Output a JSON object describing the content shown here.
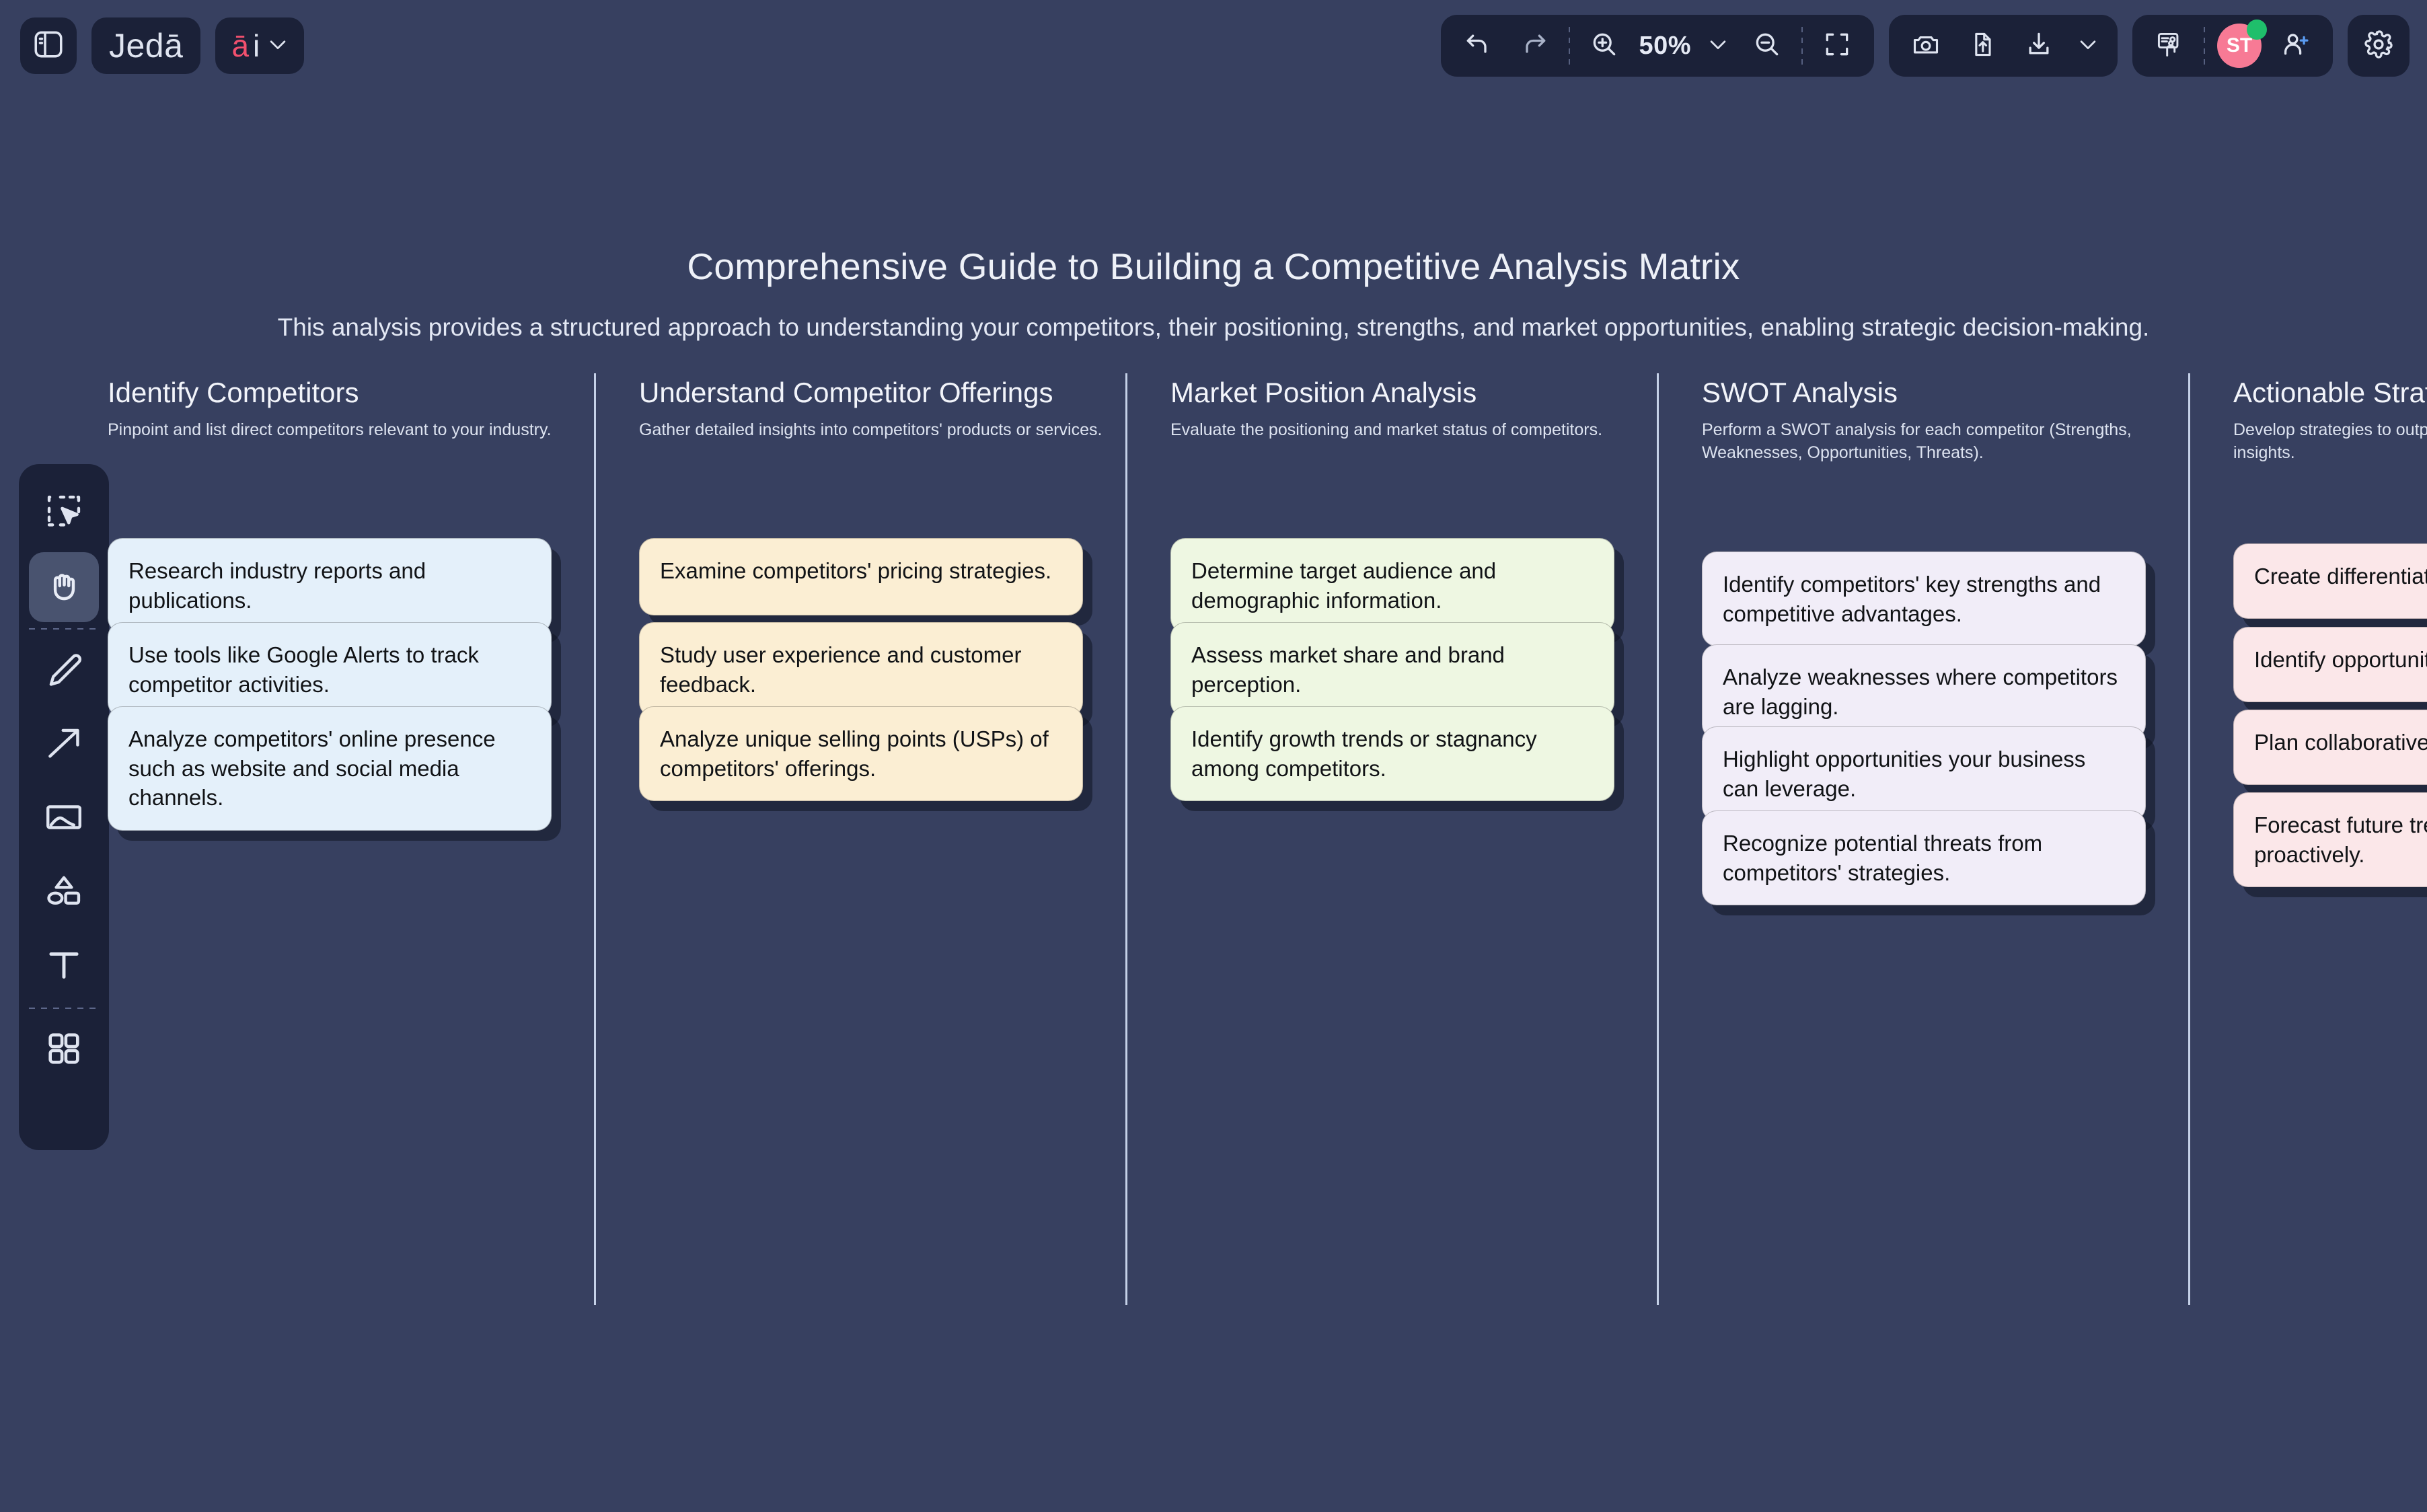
{
  "app": {
    "brand_name": "Jedā",
    "brand_prefix": "Jed",
    "brand_accent": "ā",
    "ai_menu_a": "ā",
    "ai_menu_i": "i",
    "accent_color": "#f2506e",
    "canvas_bg": "#374060",
    "panel_bg": "#1b2138"
  },
  "topbar": {
    "sidebar_toggle": "panel-left-icon",
    "undo_label": "undo-icon",
    "redo_label": "redo-icon",
    "zoom_in_label": "zoom-in-icon",
    "zoom_level": "50%",
    "zoom_out_label": "zoom-out-icon",
    "fit_screen_label": "fit-to-screen-icon",
    "screenshot_label": "camera-icon",
    "upload_label": "upload-file-icon",
    "download_label": "download-icon",
    "present_label": "present-icon",
    "avatar_initials": "ST",
    "avatar_status": "online",
    "add_user_label": "add-user-icon",
    "settings_label": "gear-icon"
  },
  "left_toolbar": {
    "tools": [
      {
        "name": "select-tool",
        "icon": "select-cursor-icon",
        "active": false
      },
      {
        "name": "hand-tool",
        "icon": "hand-icon",
        "active": true
      },
      {
        "name": "pen-tool",
        "icon": "pen-icon",
        "active": false
      },
      {
        "name": "arrow-tool",
        "icon": "arrow-icon",
        "active": false
      },
      {
        "name": "image-tool",
        "icon": "image-icon",
        "active": false
      },
      {
        "name": "shapes-tool",
        "icon": "shapes-icon",
        "active": false
      },
      {
        "name": "text-tool",
        "icon": "text-t-icon",
        "active": false
      },
      {
        "name": "apps-tool",
        "icon": "grid-apps-icon",
        "active": false
      }
    ]
  },
  "board": {
    "title": "Comprehensive Guide to Building a Competitive Analysis Matrix",
    "subtitle": "This analysis provides a structured approach to understanding your competitors, their positioning, strengths, and market opportunities, enabling strategic decision-making.",
    "columns": [
      {
        "title": "Identify Competitors",
        "description": "Pinpoint and list direct competitors relevant to your industry.",
        "card_color": "#e4f0fa",
        "cards": [
          "Research industry reports and publications.",
          "Use tools like Google Alerts to track competitor activities.",
          "Analyze competitors' online presence such as website and social media channels."
        ]
      },
      {
        "title": "Understand Competitor Offerings",
        "description": "Gather detailed insights into competitors' products or services.",
        "card_color": "#fbeed3",
        "cards": [
          "Examine competitors' pricing strategies.",
          "Study user experience and customer feedback.",
          "Analyze unique selling points (USPs) of competitors' offerings."
        ]
      },
      {
        "title": "Market Position Analysis",
        "description": "Evaluate the positioning and market status of competitors.",
        "card_color": "#eef7e2",
        "cards": [
          "Determine target audience and demographic information.",
          "Assess market share and brand perception.",
          "Identify growth trends or stagnancy among competitors."
        ]
      },
      {
        "title": "SWOT Analysis",
        "description": "Perform a SWOT analysis for each competitor (Strengths, Weaknesses, Opportunities, Threats).",
        "card_color": "#f1edf8",
        "cards": [
          "Identify competitors' key strengths and competitive advantages.",
          "Analyze weaknesses where competitors are lagging.",
          "Highlight opportunities your business can leverage.",
          "Recognize potential threats from competitors' strategies."
        ]
      },
      {
        "title": "Actionable Strategies",
        "description": "Develop strategies to outperform competitors using the insights.",
        "card_color": "#fbe7e9",
        "cards": [
          "Create differentiation based on findings.",
          "Identify opportunities in market gaps.",
          "Plan collaborative or positioning tactics.",
          "Forecast future trends and adapt proactively."
        ]
      }
    ]
  }
}
